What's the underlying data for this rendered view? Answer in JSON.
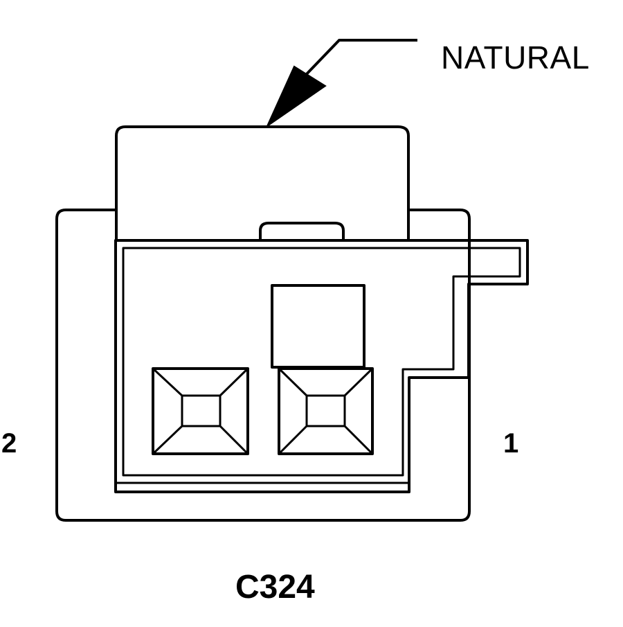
{
  "connector": {
    "id": "C324",
    "color_label": "NATURAL",
    "pins": {
      "left": "2",
      "right": "1"
    },
    "cavities": 2
  },
  "colors": {
    "stroke": "#000000",
    "background": "#ffffff"
  }
}
